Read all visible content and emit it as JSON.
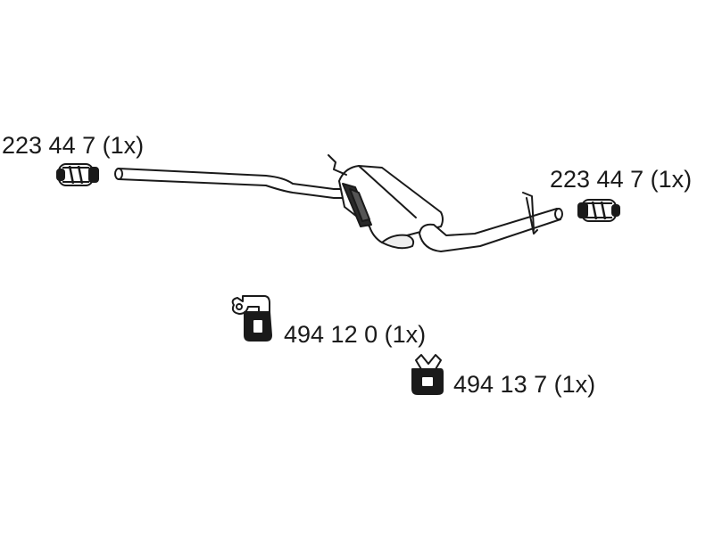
{
  "parts": [
    {
      "label": "223 44 7 (1x)",
      "icon": "pipe-clamp-icon"
    },
    {
      "label": "223 44 7 (1x)",
      "icon": "pipe-clamp-icon"
    },
    {
      "label": "494 12 0 (1x)",
      "icon": "rubber-hanger-icon"
    },
    {
      "label": "494 13 7 (1x)",
      "icon": "rubber-mount-icon"
    }
  ],
  "assembly": {
    "icon": "exhaust-middle-silencer-icon"
  },
  "colors": {
    "line": "#1a1a1a",
    "background": "#ffffff",
    "shade": "#dcdcdc"
  }
}
